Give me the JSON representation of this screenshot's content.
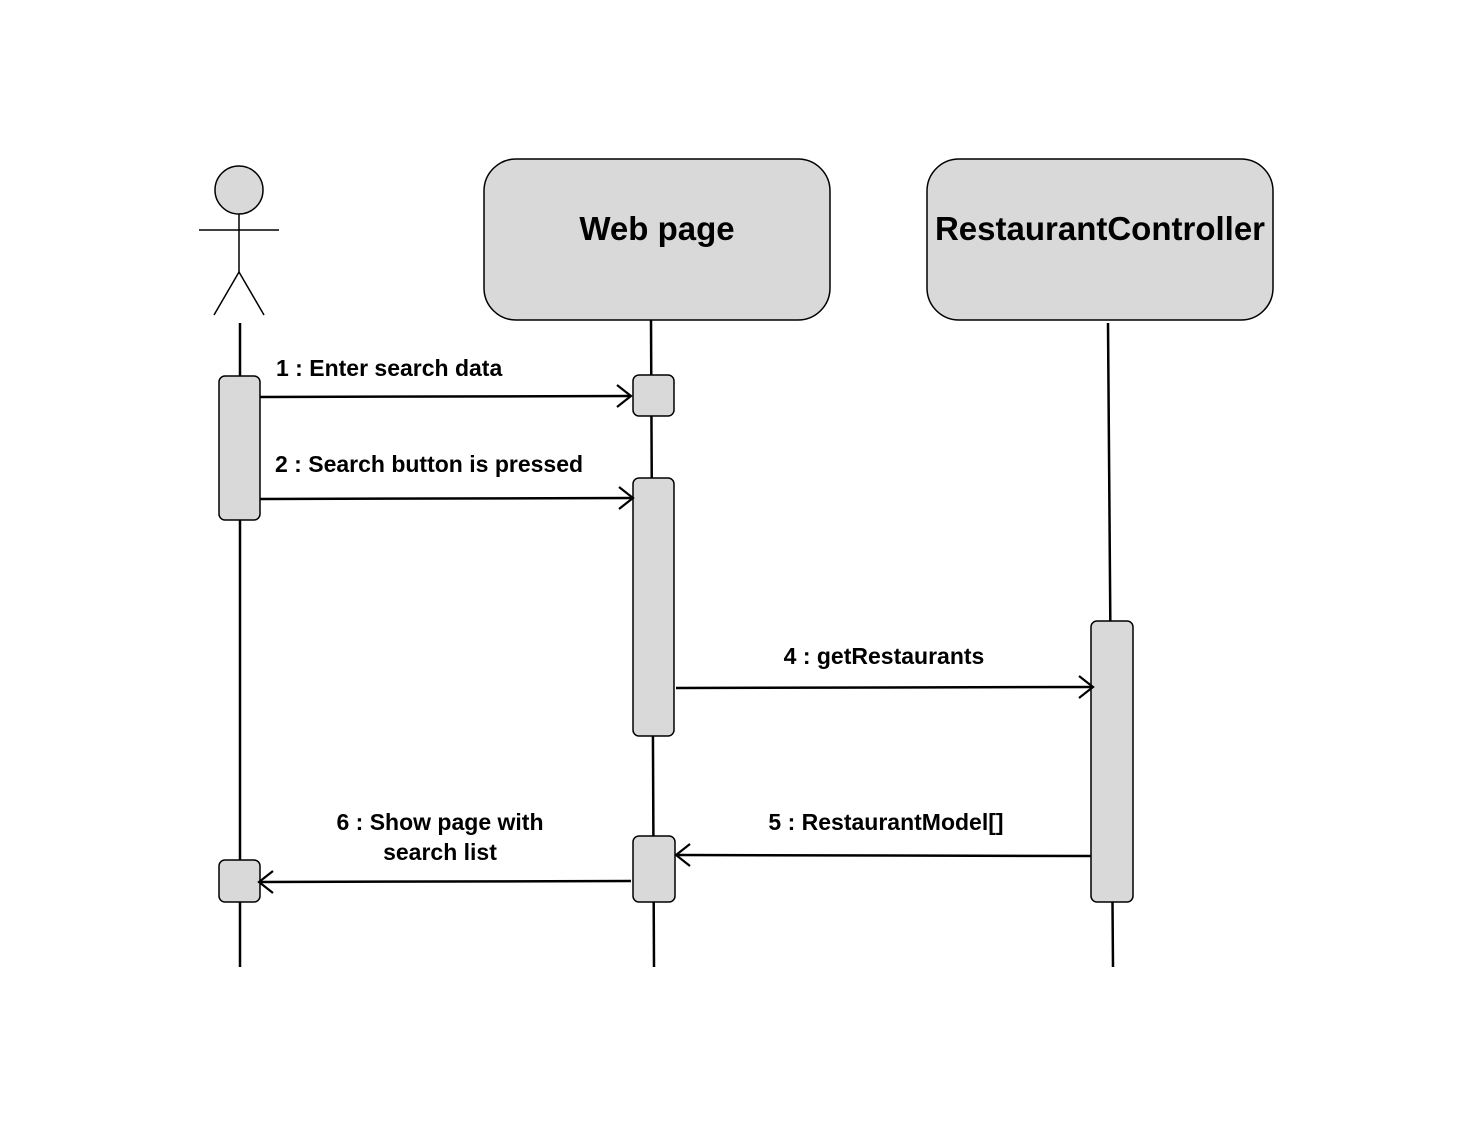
{
  "diagram": {
    "type": "sequence",
    "colors": {
      "box_fill": "#d9d9d9",
      "line": "#000000",
      "background": "#ffffff"
    },
    "participants": [
      {
        "id": "user",
        "kind": "actor",
        "label": ""
      },
      {
        "id": "webpage",
        "kind": "object",
        "label": "Web page"
      },
      {
        "id": "controller",
        "kind": "object",
        "label": "RestaurantController"
      }
    ],
    "messages": [
      {
        "from": "user",
        "to": "webpage",
        "label": "1 : Enter search data"
      },
      {
        "from": "user",
        "to": "webpage",
        "label": "2 : Search button is pressed"
      },
      {
        "from": "webpage",
        "to": "controller",
        "label": "4 : getRestaurants"
      },
      {
        "from": "controller",
        "to": "webpage",
        "label": "5 : RestaurantModel[]"
      },
      {
        "from": "webpage",
        "to": "user",
        "label_lines": [
          "6 : Show page with",
          "search list"
        ]
      }
    ]
  }
}
